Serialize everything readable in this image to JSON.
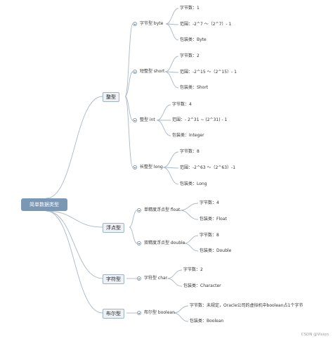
{
  "root": "简单数据类型",
  "categories": [
    {
      "label": "整型",
      "types": [
        {
          "label": "字节型  byte",
          "details": [
            "字节数：1",
            "范围：-2^7 ～（2^7）- 1",
            "包装类：Byte"
          ]
        },
        {
          "label": "短整型  short",
          "details": [
            "字节数：2",
            "范围：-2^15 ～（2^15）- 1",
            "包装类：Short"
          ]
        },
        {
          "label": "整型  int",
          "details": [
            "字节数：4",
            "范围：- 2^31 ~ (2^31) - 1",
            "包装类：Integer"
          ]
        },
        {
          "label": "长整型  long",
          "details": [
            "字节数：8",
            "范围：-2^63 ～（2^63）-1",
            "包装类：Long"
          ]
        }
      ]
    },
    {
      "label": "浮点型",
      "types": [
        {
          "label": "单精度浮点型  float",
          "details": [
            "字节数：4",
            "包装类：Float"
          ]
        },
        {
          "label": "双精度浮点型  double",
          "details": [
            "字节数：8",
            "包装类：Double"
          ]
        }
      ]
    },
    {
      "label": "字符型",
      "types": [
        {
          "label": "字符型  char",
          "details": [
            "字节数：2",
            "包装类：Character"
          ]
        }
      ]
    },
    {
      "label": "布尔型",
      "types": [
        {
          "label": "布尔型  boolean",
          "details": [
            "字节数：未规定，Oracle公司的虚拟机中boolean占1个字节",
            "包装类：Boolean"
          ]
        }
      ]
    }
  ],
  "watermark": "CSDN @Vision"
}
